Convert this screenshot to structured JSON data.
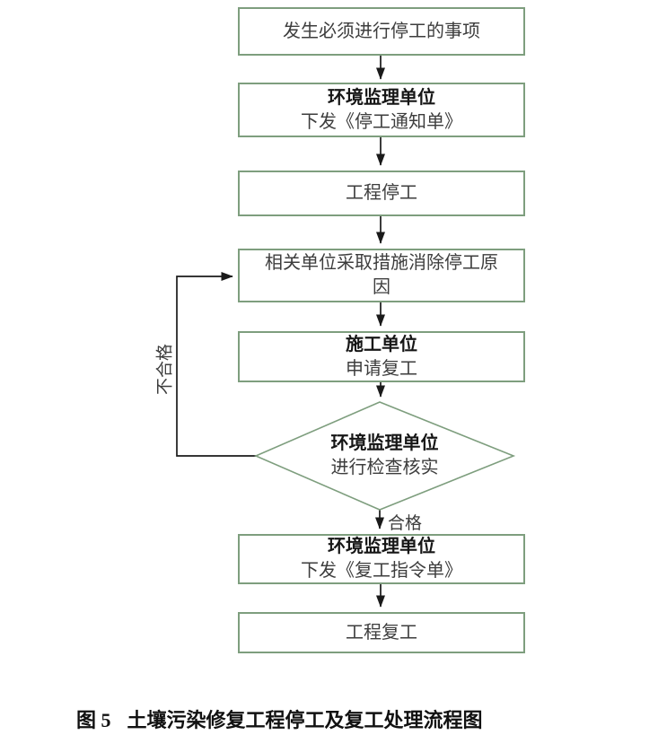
{
  "flowchart": {
    "nodes": {
      "event": {
        "line1": "发生必须进行停工的事项"
      },
      "notice": {
        "line1": "环境监理单位",
        "line2": "下发《停工通知单》"
      },
      "stop": {
        "line1": "工程停工"
      },
      "measures": {
        "line1": "相关单位采取措施消除停工原",
        "line2": "因"
      },
      "apply": {
        "line1": "施工单位",
        "line2": "申请复工"
      },
      "check": {
        "line1": "环境监理单位",
        "line2": "进行检查核实"
      },
      "resume_order": {
        "line1": "环境监理单位",
        "line2": "下发《复工指令单》"
      },
      "resume": {
        "line1": "工程复工"
      }
    },
    "edge_labels": {
      "pass": "合格",
      "fail": "不合格"
    },
    "colors": {
      "box_border": "#7e9e7e",
      "arrow": "#1a1a1a",
      "text": "#3d3d3d",
      "bold_text": "#161616"
    }
  },
  "caption": {
    "prefix": "图 5",
    "title": "土壤污染修复工程停工及复工处理流程图"
  }
}
